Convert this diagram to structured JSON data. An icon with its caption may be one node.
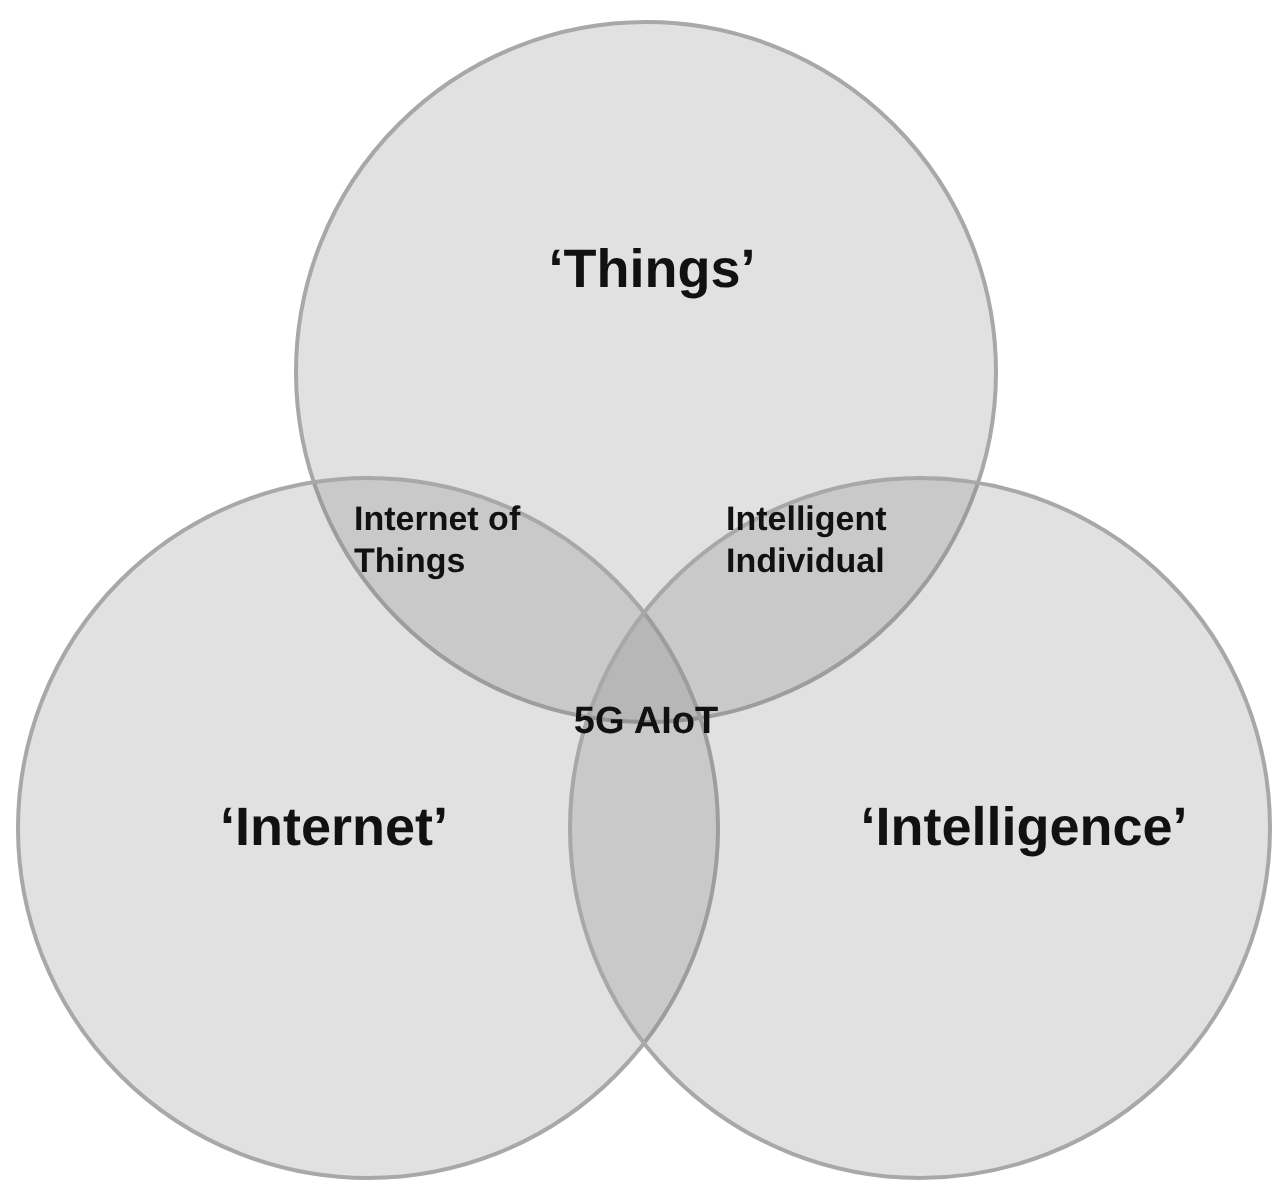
{
  "diagram": {
    "nodes": [
      {
        "text": [
          "‘Things’"
        ]
      },
      {
        "text": [
          "‘Internet’"
        ]
      },
      {
        "text": [
          "‘Intelligence’"
        ]
      }
    ],
    "edges": [],
    "labels": [
      "Internet of Things",
      "Intelligent Individual",
      "5G AIoT"
    ]
  }
}
